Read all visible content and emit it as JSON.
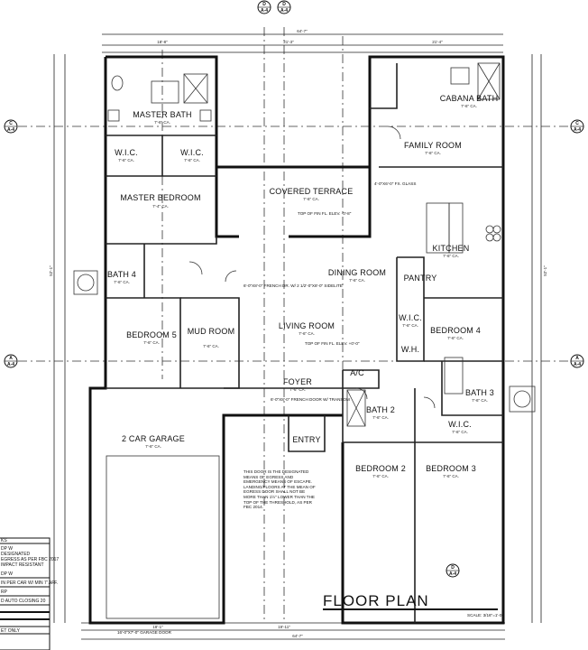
{
  "title": "FLOOR PLAN",
  "scale": "SCALE: 3/16\"=1'-0\"",
  "overall_dims": {
    "top_total": "64'-7\"",
    "top_left": "18'-8\"",
    "top_mid": "21'-3\"",
    "top_right": "21'-4\"",
    "bottom_total": "64'-7\"",
    "left_total": "52'-1\"",
    "right_total": "52'-1\""
  },
  "section_markers": {
    "top_a": {
      "id": "D",
      "sheet": "A-4"
    },
    "top_b": {
      "id": "D",
      "sheet": "A-4"
    },
    "left_c": {
      "id": "C",
      "sheet": "A-4"
    },
    "left_a": {
      "id": "A",
      "sheet": "A-4"
    },
    "right_c": {
      "id": "C",
      "sheet": "A-4"
    },
    "right_a": {
      "id": "A",
      "sheet": "A-4"
    },
    "bottom": {
      "id": "D",
      "sheet": "A-4"
    }
  },
  "rooms": [
    {
      "name": "MASTER BATH",
      "ceiling": "7'-6\" CA."
    },
    {
      "name": "W.I.C.",
      "ceiling": "7'-6\" CA."
    },
    {
      "name": "W.I.C.",
      "ceiling": "7'-6\" CA."
    },
    {
      "name": "MASTER BEDROOM",
      "ceiling": "7'-4\" CA."
    },
    {
      "name": "COVERED TERRACE",
      "ceiling": "7'-6\" CA."
    },
    {
      "name": "CABANA BATH",
      "ceiling": "7'-6\" CA."
    },
    {
      "name": "FAMILY ROOM",
      "ceiling": "7'-6\" CA."
    },
    {
      "name": "KITCHEN",
      "ceiling": "7'-6\" CA."
    },
    {
      "name": "PANTRY",
      "ceiling": ""
    },
    {
      "name": "DINING ROOM",
      "ceiling": "7'-6\" CA."
    },
    {
      "name": "LIVING ROOM",
      "ceiling": "7'-6\" CA."
    },
    {
      "name": "BATH 4",
      "ceiling": "7'-6\" CA."
    },
    {
      "name": "BEDROOM 5",
      "ceiling": "7'-6\" CA."
    },
    {
      "name": "MUD ROOM",
      "ceiling": "7'-6\" CA."
    },
    {
      "name": "FOYER",
      "ceiling": "7'-6\" CA."
    },
    {
      "name": "BEDROOM 4",
      "ceiling": "7'-6\" CA."
    },
    {
      "name": "A/C",
      "ceiling": ""
    },
    {
      "name": "BATH 3",
      "ceiling": "7'-6\" CA."
    },
    {
      "name": "BATH 2",
      "ceiling": "7'-6\" CA."
    },
    {
      "name": "W.I.C.",
      "ceiling": "7'-6\" CA."
    },
    {
      "name": "ENTRY",
      "ceiling": ""
    },
    {
      "name": "BEDROOM 2",
      "ceiling": "7'-6\" CA."
    },
    {
      "name": "BEDROOM 3",
      "ceiling": "7'-6\" CA."
    },
    {
      "name": "2 CAR GARAGE",
      "ceiling": "7'-6\" CA."
    },
    {
      "name": "W.I.C.",
      "ceiling": "7'-6\" CA."
    },
    {
      "name": "W.H.",
      "ceiling": ""
    }
  ],
  "annotations": {
    "window_fx": "4'-0\"X6'-0\" FX. GLASS",
    "french_doors": "6'-0\"X8'-0\" FRENCH DR. W/ 2 1/2'-0\"X8'-0\" SIDELITE",
    "foyer_door": "6'-0\"X8'-0\" FRENCH DOOR W/ TRANSOM",
    "slab_terrace": "TOP OF FIN FL. ELEV. -0'-8\"",
    "slab_living": "TOP OF FIN FL. ELEV. +0'-0\"",
    "garage_door": "16'-0\"X7'-0\" GARAGE DOOR",
    "egress_note": "THIS DOOR IS THE DESIGNATED MEANS OF EGRESS AND EMERGENCY MEANS OF ESCAPE. LANDING/FLOORS AT THE MEAN OF EGRESS DOOR SHALL NOT BE MORE THAN 1½\" LOWER THAN THE TOP OF THE THRESHOLD, AS PER FBC 2014.",
    "bottom_dim_left": "18'-1\"",
    "bottom_dim_mid": "19'-11\""
  },
  "notes_box": [
    "KS",
    "DP W",
    "DESIGNATED",
    "EGRESS AS PER FBC 2017",
    "IMPACT RESISTANT",
    "DP W",
    "IN PER CAR W/ MIN 7' AFF.",
    "RP",
    "D AUTO CLOSING 20",
    "ET ONLY"
  ]
}
